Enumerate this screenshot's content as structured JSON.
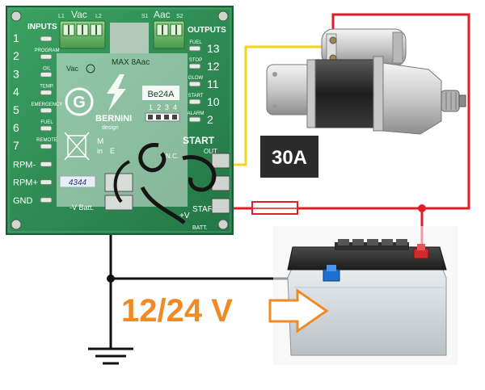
{
  "board": {
    "header_left": "Vac",
    "header_l1": "L1",
    "header_l2": "L2",
    "header_right": "Aac",
    "header_s1": "S1",
    "header_s2": "S2",
    "inputs_title": "INPUTS",
    "outputs_title": "OUTPUTS",
    "input_pins": [
      {
        "num": "1",
        "label": ""
      },
      {
        "num": "2",
        "label": "PROGRAM"
      },
      {
        "num": "3",
        "label": "OIL"
      },
      {
        "num": "4",
        "label": "TEMP."
      },
      {
        "num": "5",
        "label": "EMERGENCY"
      },
      {
        "num": "6",
        "label": "FUEL"
      },
      {
        "num": "7",
        "label": "REMOTE"
      },
      {
        "num": "RPM-",
        "label": ""
      },
      {
        "num": "RPM+",
        "label": ""
      },
      {
        "num": "GND",
        "label": ""
      }
    ],
    "output_pins": [
      {
        "num": "13",
        "label": "FUEL"
      },
      {
        "num": "12",
        "label": "STOP"
      },
      {
        "num": "11",
        "label": "GLOW"
      },
      {
        "num": "10",
        "label": "START"
      },
      {
        "num": "2",
        "label": "ALARM"
      }
    ],
    "sub_vac": "Vac",
    "max_label": "MAX 8Aac",
    "logo_letter": "G",
    "brand": "BERNINI",
    "brand_sub": "design",
    "model": "Be24A",
    "dip_numbers": [
      "1",
      "2",
      "3",
      "4"
    ],
    "relay_nc": "N.C.",
    "start_label": "START",
    "out_label": "OUT",
    "dash_v_batt": "-V Batt.",
    "plus_v": "+V",
    "batt": "BATT.",
    "start_bottom": "START",
    "handwritten": "4344",
    "mfr_line1": "M",
    "mfr_line2": "in",
    "mfr_line3": "E"
  },
  "fuse_label": "30A",
  "voltage_label": "12/24 V",
  "colors": {
    "pcb": "#2e8a52",
    "wire_red": "#e11d2a",
    "wire_yellow": "#f6d31a",
    "wire_black": "#111111",
    "voltage_orange": "#f08a24",
    "fuse_bg": "#2b2b2b"
  }
}
